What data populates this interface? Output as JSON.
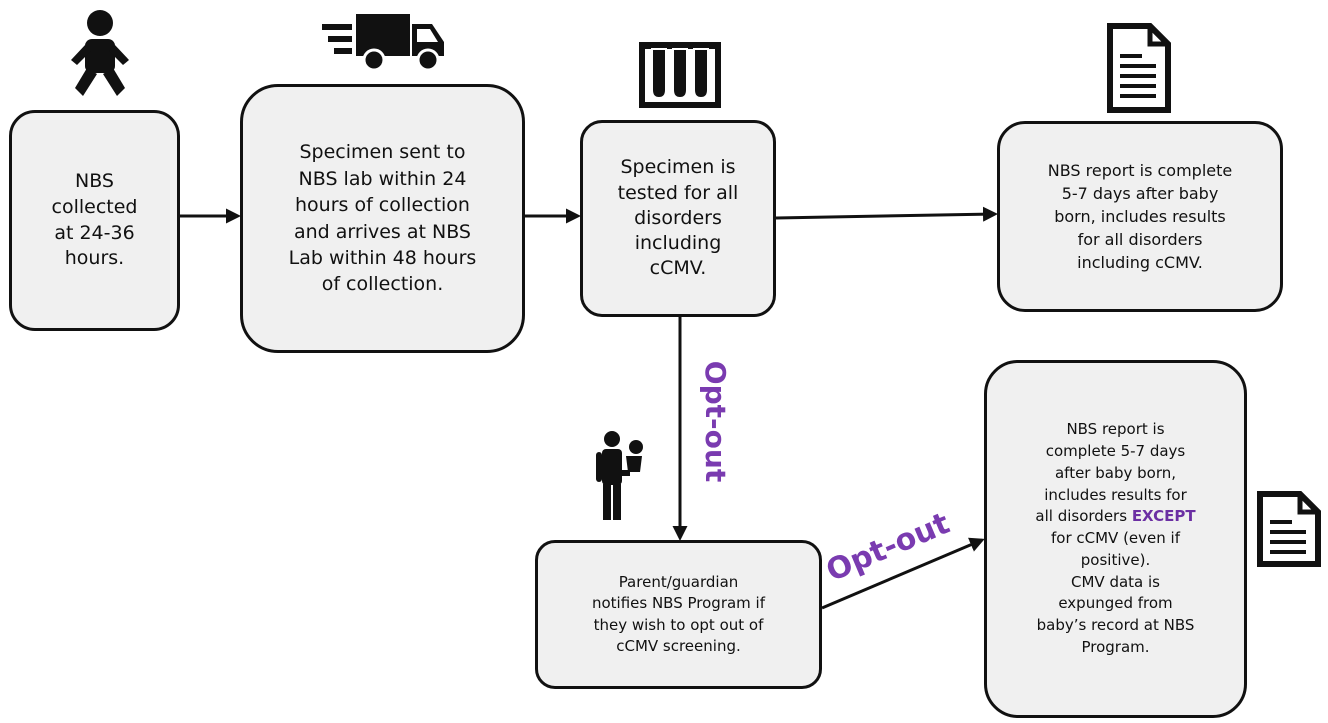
{
  "boxes": {
    "nbs_collected": "NBS\ncollected\nat 24-36\nhours.",
    "specimen_sent": "Specimen sent to\nNBS lab within 24\nhours of collection\nand arrives at NBS\nLab within 48 hours\nof collection.",
    "specimen_tested": "Specimen is\ntested for all\ndisorders\nincluding\ncCMV.",
    "report_complete": "NBS report is complete\n5-7 days after baby\nborn, includes results\nfor all disorders\nincluding cCMV.",
    "parent_notifies": "Parent/guardian\nnotifies NBS Program if\nthey wish to opt out of\ncCMV screening.",
    "report_except_before": "NBS report is\ncomplete 5-7 days\nafter baby born,\nincludes results for\nall disorders ",
    "report_except_keyword": "EXCEPT",
    "report_except_after": "\nfor cCMV (even if\npositive).\nCMV data is\nexpunged from\nbaby’s record at NBS\nProgram."
  },
  "labels": {
    "opt_out_vertical": "Opt-out",
    "opt_out_diagonal": "Opt-out"
  },
  "icons": [
    "baby-icon",
    "truck-icon",
    "test-tubes-icon",
    "document-icon",
    "parent-child-icon",
    "document-icon"
  ],
  "colors": {
    "box_fill": "#f0f0f0",
    "stroke": "#111111",
    "accent_purple": "#7a3bb0"
  }
}
